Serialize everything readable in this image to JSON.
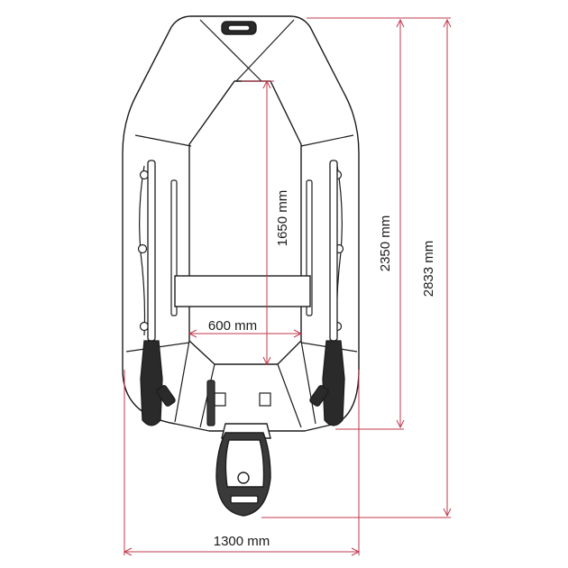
{
  "dimensions": {
    "overall_length": "2833 mm",
    "hull_length": "2350 mm",
    "inner_length": "1650 mm",
    "inner_width": "600 mm",
    "overall_width": "1300 mm"
  },
  "colors": {
    "line": "#1c1c1c",
    "fill": "#ffffff",
    "dimension": "#c23a4e",
    "motor": "#3a3a3a"
  }
}
